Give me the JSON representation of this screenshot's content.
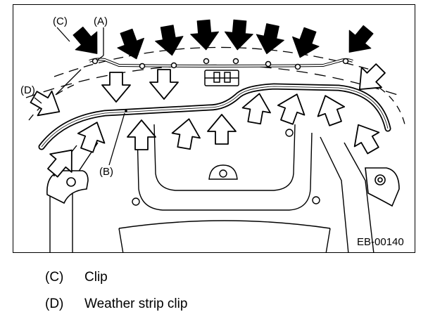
{
  "figure": {
    "id": "EB-00140",
    "callouts": {
      "a": "(A)",
      "b": "(B)",
      "c": "(C)",
      "d": "(D)"
    }
  },
  "legend": [
    {
      "key": "(C)",
      "text": "Clip"
    },
    {
      "key": "(D)",
      "text": "Weather strip clip"
    }
  ]
}
